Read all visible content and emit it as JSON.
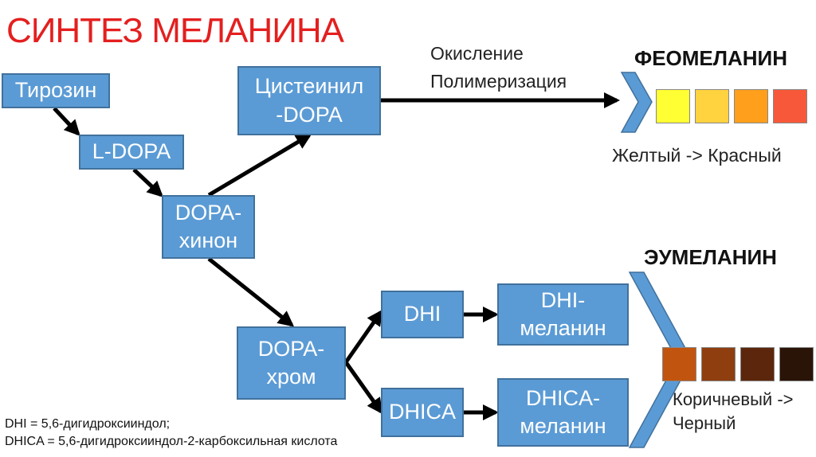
{
  "title": "СИНТЕЗ МЕЛАНИНА",
  "nodes": {
    "tyrosine": "Тирозин",
    "ldopa": "L-DOPA",
    "dopaquinone": "DOPA-\nхинон",
    "cysteinyl": "Цистеинил\n-DOPA",
    "dopachrome": "DOPA-\nхром",
    "dhi": "DHI",
    "dhica": "DHICA",
    "dhi_melanin": "DHI-\nмеланин",
    "dhica_melanin": "DHICA-\nмеланин"
  },
  "oxidation_label": "Окисление\nПолимеризация",
  "pheomelanin": {
    "title": "ФЕОМЕЛАНИН",
    "range_label": "Желтый -> Красный",
    "swatches": [
      "#ffff33",
      "#ffd23f",
      "#ff9f1c",
      "#f8583a"
    ]
  },
  "eumelanin": {
    "title": "ЭУМЕЛАНИН",
    "range_label": "Коричневый ->\nЧерный",
    "swatches": [
      "#c1550f",
      "#8f3f0f",
      "#5c260c",
      "#2a1408"
    ]
  },
  "footnotes": {
    "dhi": "DHI = 5,6-дигидроксииндол;",
    "dhica": "DHICA = 5,6-дигидроксииндол-2-карбоксильная кислота"
  },
  "colors": {
    "title": "#e41f1f",
    "node_fill": "#5b9bd5",
    "node_border": "#41719c",
    "arrow": "#000000"
  }
}
